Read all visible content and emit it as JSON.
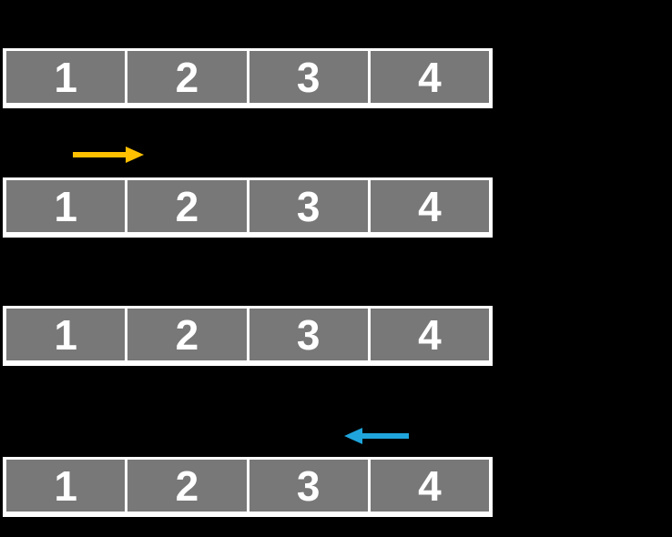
{
  "slide": {
    "background_color": "#000000",
    "description": "Four identical 1x4 arrays stacked vertically; a gold forward arrow above the second array and a blue backward arrow above the fourth array"
  },
  "colors": {
    "cell_fill": "#787878",
    "cell_border": "#FFFFFF",
    "cell_text": "#FFFFFF",
    "forward_arrow": "#FFC000",
    "backward_arrow": "#1FA5DC"
  },
  "arrays": [
    {
      "name": "array-1",
      "cells": [
        "1",
        "2",
        "3",
        "4"
      ]
    },
    {
      "name": "array-2",
      "cells": [
        "1",
        "2",
        "3",
        "4"
      ]
    },
    {
      "name": "array-3",
      "cells": [
        "1",
        "2",
        "3",
        "4"
      ]
    },
    {
      "name": "array-4",
      "cells": [
        "1",
        "2",
        "3",
        "4"
      ]
    }
  ],
  "arrows": [
    {
      "name": "forward-arrow",
      "direction": "right",
      "color": "#FFC000",
      "position": "above array 2, over cells 1-2"
    },
    {
      "name": "backward-arrow",
      "direction": "left",
      "color": "#1FA5DC",
      "position": "above array 4, over cell 3"
    }
  ]
}
